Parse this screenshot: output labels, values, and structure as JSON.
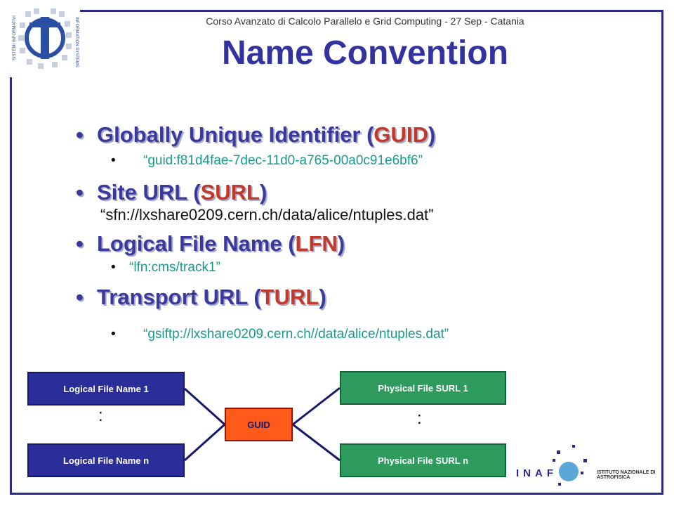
{
  "header": {
    "course": "Corso Avanzato di Calcolo Parallelo e Grid Computing - 27 Sep - Catania"
  },
  "slide": {
    "title": "Name Convention"
  },
  "bullets": [
    {
      "bullet": "•",
      "label": "Globally Unique Identifier (",
      "accent": "GUID",
      "close": ")",
      "sub_bullet": "•",
      "sub": "“guid:f81d4fae-7dec-11d0-a765-00a0c91e6bf6”"
    },
    {
      "bullet": "•",
      "label": "Site URL (",
      "accent": "SURL",
      "close": ")",
      "sub": "“sfn://lxshare0209.cern.ch/data/alice/ntuples.dat”"
    },
    {
      "bullet": "•",
      "label": "Logical File Name (",
      "accent": "LFN",
      "close": ")",
      "sub_bullet": "•",
      "sub": "“lfn:cms/track1”"
    },
    {
      "bullet": "•",
      "label": "Transport URL (",
      "accent": "TURL",
      "close": ")",
      "sub_bullet": "•",
      "sub": "“gsiftp://lxshare0209.cern.ch//data/alice/ntuples.dat”"
    }
  ],
  "diagram": {
    "lfn_1": "Logical File Name 1",
    "lfn_n": "Logical File Name n",
    "guid": "GUID",
    "pfn_1": "Physical File SURL 1",
    "pfn_n": "Physical File SURL n",
    "ellipsis": ":"
  },
  "logo_text": {
    "left": "SISTEMI INFORMATIVI",
    "right": "INFORMATION SYSTEMS"
  },
  "footer": {
    "inaf": "INAF",
    "inaf_full": "ISTITUTO NAZIONALE DI ASTROFISICA"
  },
  "colors": {
    "frame": "#2a2a8a",
    "title": "#3333a0",
    "accent": "#c0392b",
    "sub": "#1a9a8a",
    "lfn_box": "#2b2e99",
    "pfn_box": "#2e9a5e",
    "guid_box": "#ff5a1a"
  }
}
